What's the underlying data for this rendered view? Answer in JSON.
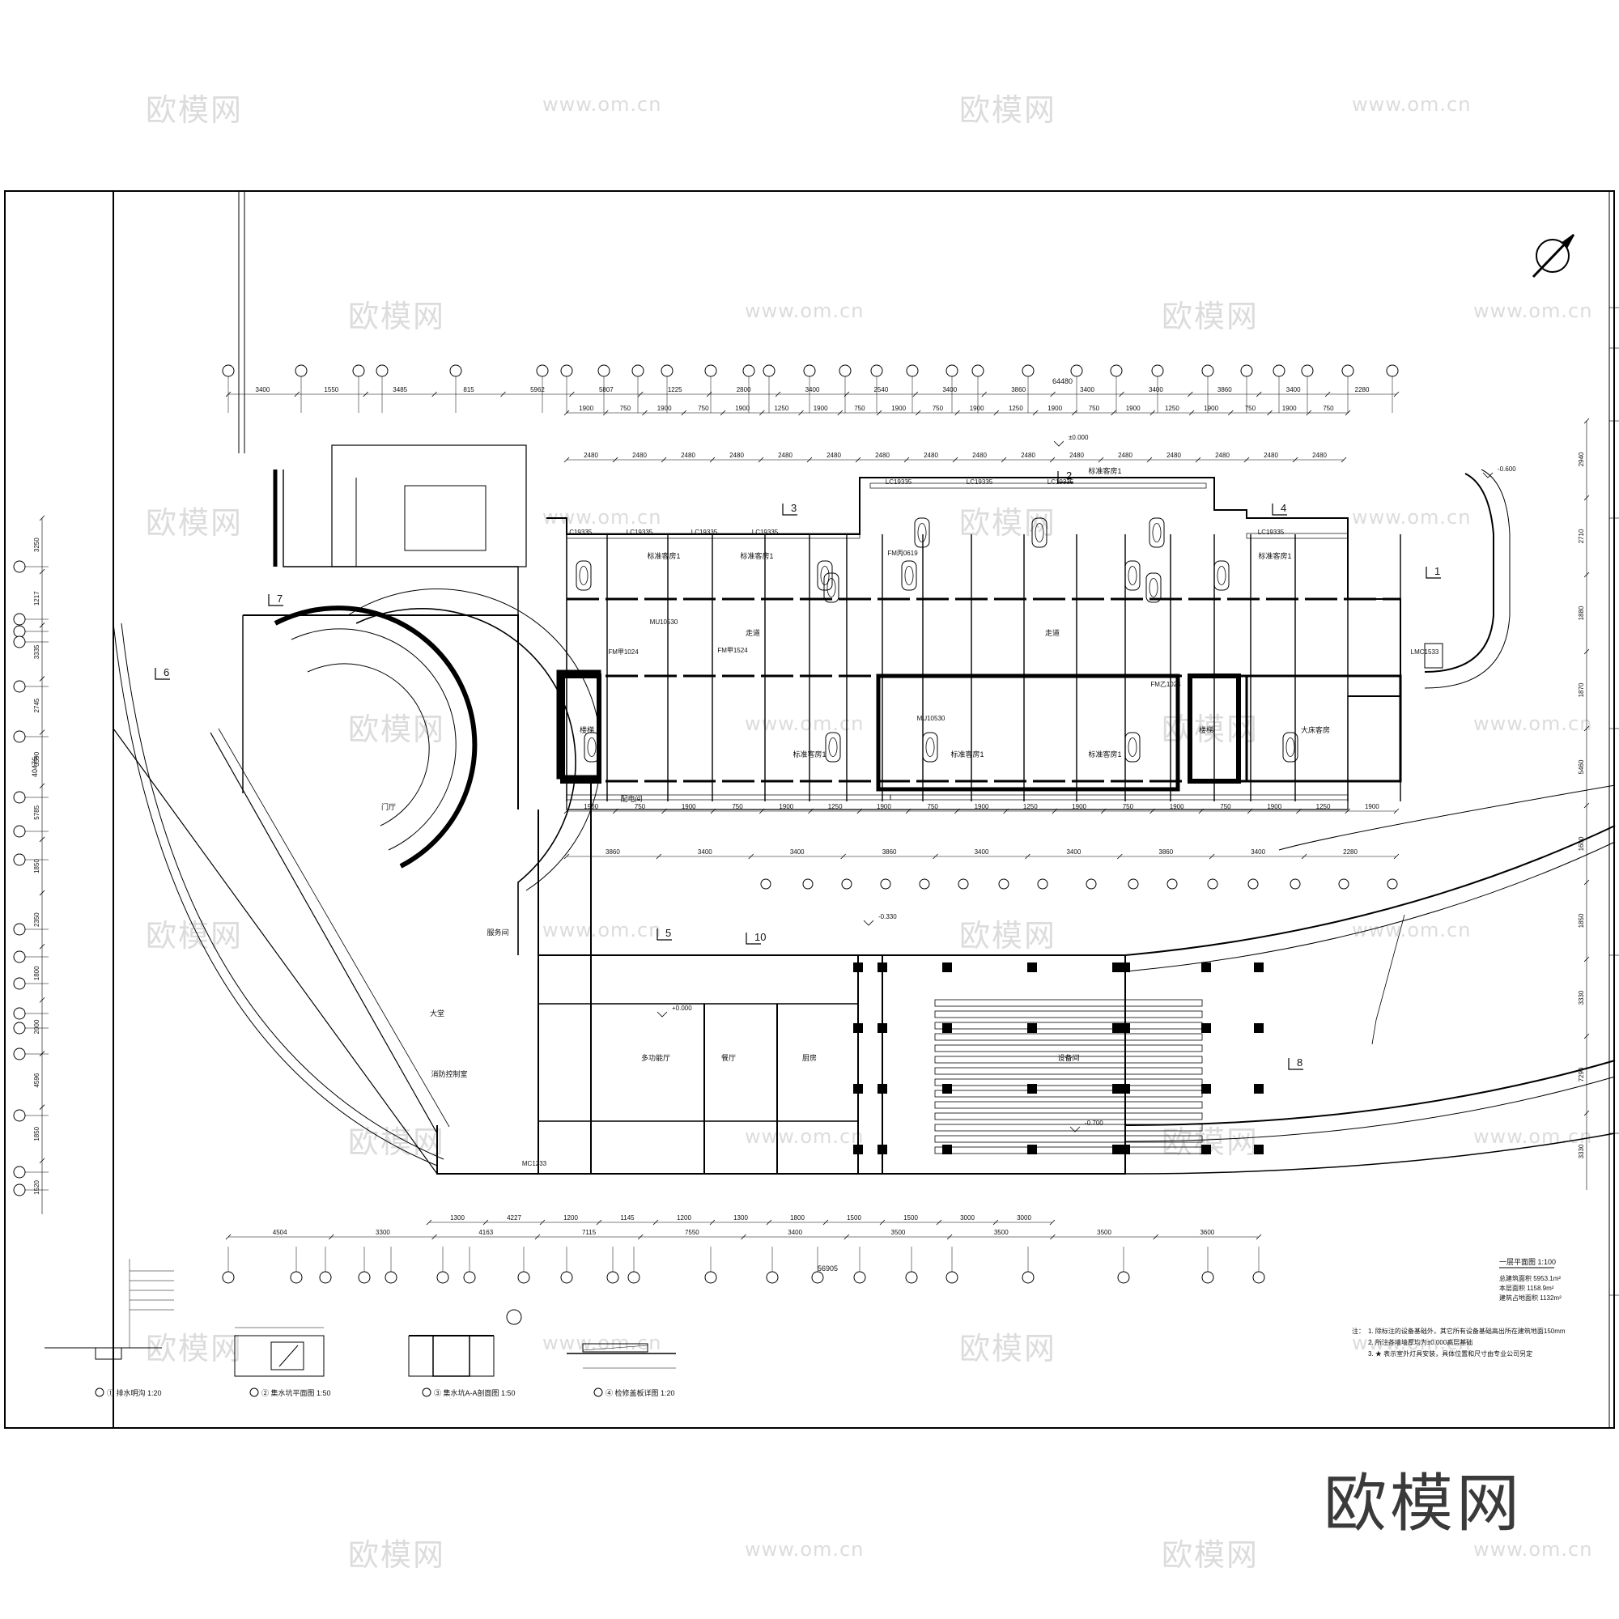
{
  "watermarks": {
    "brand_text": "欧模网",
    "url_text": "www.om.cn"
  },
  "brand_logo_text": "欧模网",
  "drawing": {
    "plan_title": "一层平面图 1:100",
    "area_lines": [
      "总建筑面积  5953.1m²",
      "本层面积  1158.9m²",
      "建筑占地面积  1132m²"
    ],
    "notes_label": "注：",
    "notes": [
      "1. 除标注的设备基础外，其它所有设备基础高出所在建筑地面150mm",
      "2. 所注各墙墙厚均为±0.000高层基础",
      "3. ★ 表示室外灯具安装，具体位置和尺寸由专业公司另定"
    ],
    "detail_titles": [
      "① 排水明沟 1:20",
      "② 集水坑平面图 1:50",
      "③ 集水坑A-A剖面图 1:50",
      "④ 检修盖板详图 1:20"
    ],
    "top_dims": [
      "3400",
      "1550",
      "3485",
      "815",
      "5962",
      "5807",
      "1225",
      "2800",
      "3400",
      "2540",
      "3400",
      "3860",
      "3400",
      "3400",
      "3860",
      "3400",
      "2280"
    ],
    "overall_dim_top": "64480",
    "bottom_dims": [
      "4504",
      "3300",
      "4163",
      "7115",
      "7550",
      "3400",
      "3500",
      "3500",
      "3500",
      "3600"
    ],
    "overall_dim_bottom": "56905",
    "left_dims": [
      "3250",
      "1217",
      "3335",
      "2745",
      "3590",
      "5785",
      "1850",
      "2350",
      "1800",
      "2000",
      "4596",
      "1850",
      "1520"
    ],
    "overall_dim_left": "40476",
    "right_dims": [
      "2940",
      "2710",
      "1880",
      "1870",
      "5460",
      "1600",
      "1850",
      "3330",
      "7290",
      "3330"
    ],
    "room_labels": [
      "标准客房1",
      "标准客房1",
      "标准客房1",
      "标准客房1",
      "标准客房1",
      "标准客房1",
      "标准客房1",
      "大床客房",
      "楼梯",
      "楼梯",
      "走道",
      "走道",
      "多功能厅",
      "餐厅",
      "厨房",
      "消防控制室",
      "配电间",
      "大堂",
      "服务间",
      "设备间",
      "门厅"
    ],
    "door_window_tags": [
      "LC19335",
      "LC19335",
      "LC19335",
      "LC19335",
      "LC19335",
      "LC19335",
      "LC19335",
      "LC19335",
      "FM甲1024",
      "FM丙0619",
      "MU10530",
      "FM甲1524",
      "FM乙1024",
      "MU10530",
      "LMC1533",
      "MC1233"
    ],
    "level_marks": [
      "±0.000",
      "-0.330",
      "-0.600",
      "-0.700",
      "+0.000"
    ],
    "section_marks": [
      "1",
      "2",
      "3",
      "4",
      "5",
      "6",
      "7",
      "8",
      "10"
    ]
  }
}
